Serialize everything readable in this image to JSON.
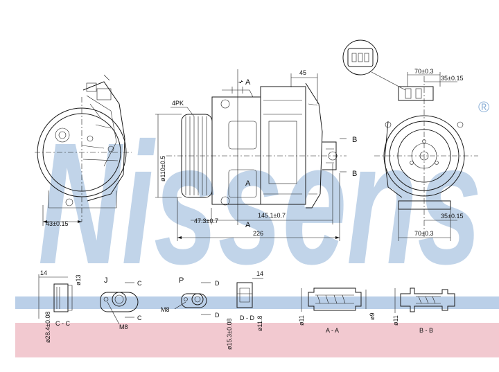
{
  "brand": {
    "watermark": "Nissens",
    "registered_mark": "®",
    "watermark_color": "#8fb2d8",
    "band_blue": "#a9c3e2",
    "band_pink": "#f2c9d0"
  },
  "left_view": {
    "dim_43": "43±0.15"
  },
  "side_view": {
    "label_4pk": "4PK",
    "dim_110": "ø110±0.5",
    "dim_45": "45",
    "dim_47": "47.3±0.7",
    "dim_145": "145.1±0.7",
    "dim_226": "226",
    "section_a_top": "A",
    "section_a_mid": "A",
    "section_a_bot": "A",
    "section_b_top": "B",
    "section_b_bot": "B"
  },
  "right_view": {
    "dim_70_top": "70±0.3",
    "dim_35_top": "35±0.15",
    "dim_35_bot": "35±0.15",
    "dim_70_bot": "70±0.3"
  },
  "details": {
    "c_section": {
      "dim_14": "14",
      "dim_13": "ø13",
      "dim_28": "ø28.4±0.08",
      "caption": "C - C"
    },
    "j_flange": {
      "title": "J",
      "c_top": "C",
      "c_bot": "C",
      "thread": "M8"
    },
    "p_flange": {
      "title": "P",
      "d_top": "D",
      "d_bot": "D",
      "thread": "M8"
    },
    "d_section": {
      "dim_14": "14",
      "dim_11_8": "ø11.8",
      "dim_15_3": "ø15.3±0.08",
      "caption": "D - D"
    },
    "a_section": {
      "dim_11": "ø11",
      "dim_9": "ø9",
      "caption": "A - A"
    },
    "b_section": {
      "dim_11": "ø11",
      "caption": "B - B"
    }
  }
}
